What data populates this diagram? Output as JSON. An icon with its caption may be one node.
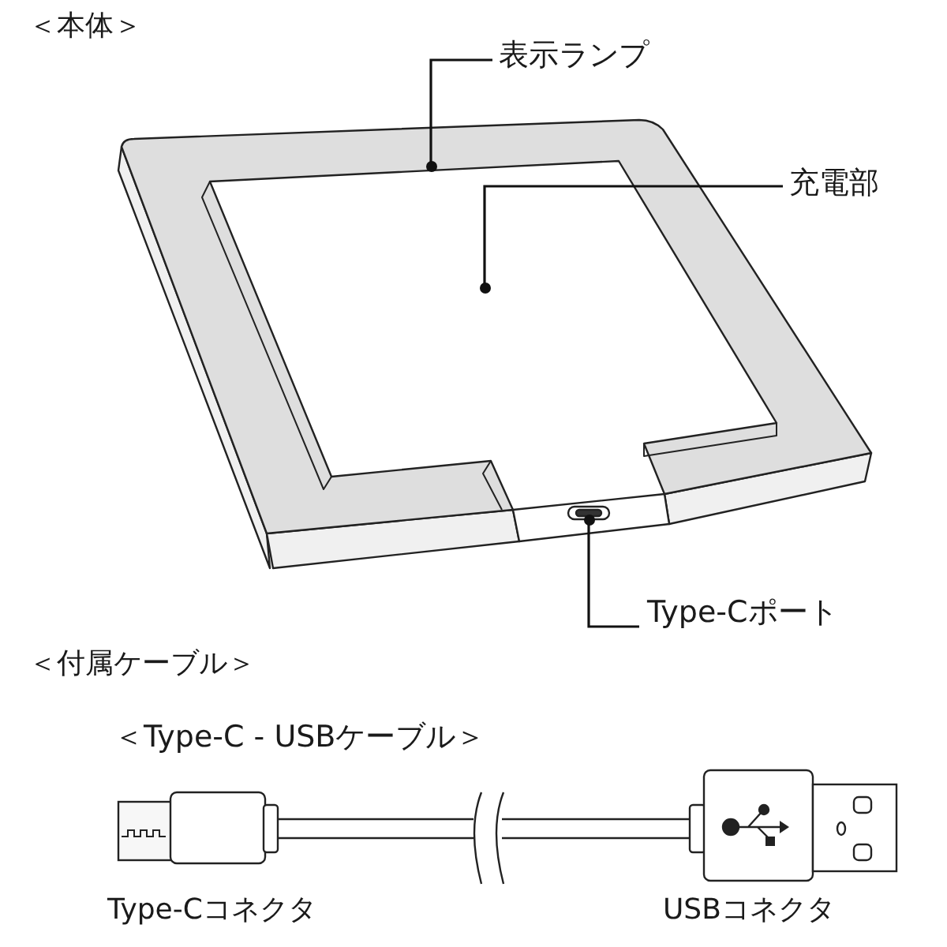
{
  "diagram": {
    "nodes": [
      {
        "text": [
          "表示ランプ"
        ]
      },
      {
        "text": [],
        "shape": "circle"
      },
      {
        "text": [
          "充電部"
        ]
      },
      {
        "text": [],
        "shape": "circle"
      },
      {
        "text": [
          "Type-Cポート"
        ]
      },
      {
        "text": [],
        "shape": "circle"
      }
    ],
    "edges": [
      {
        "from": 0,
        "to": 1,
        "arrow": "none"
      },
      {
        "from": 2,
        "to": 3,
        "arrow": "none"
      },
      {
        "from": 4,
        "to": 5,
        "arrow": "none"
      }
    ],
    "labels": [
      "＜本体＞",
      "＜付属ケーブル＞",
      "＜Type-C - USBケーブル＞",
      "Type-Cコネクタ",
      "USBコネクタ"
    ]
  }
}
